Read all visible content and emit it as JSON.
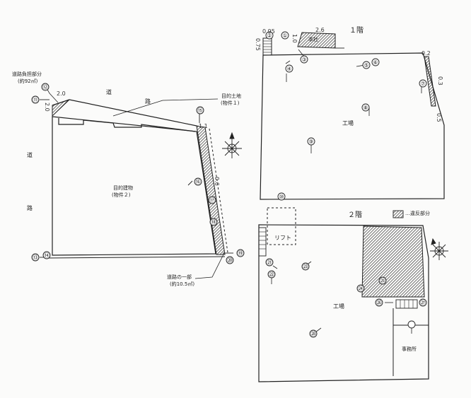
{
  "site_plan": {
    "labels": {
      "road_burden_title": "道路負担部分",
      "road_burden_area": "(約92㎡)",
      "road_top_chars": [
        "道",
        "路"
      ],
      "road_left_chars": [
        "道",
        "路"
      ],
      "target_land_title": "目的土地",
      "target_land_item": "(物件１)",
      "target_building_title": "目的建物",
      "target_building_item": "(物件２)",
      "road_part_title": "道路の一部",
      "road_part_area": "(約10.5㎡)"
    },
    "dimensions": {
      "burden_width": "2.0",
      "burden_height": "2.0",
      "right_strip": "1.1",
      "right_side": "0.6"
    },
    "markers": [
      "⑪",
      "⑫",
      "⑬",
      "⑭",
      "⑮",
      "⑯",
      "⑰",
      "⑱",
      "⑲",
      "⑳"
    ]
  },
  "floor1": {
    "title": "１階",
    "labels": {
      "main_area": "工場",
      "annex": "本社"
    },
    "dimensions": {
      "top_small": "0.95",
      "left_small": "0.75",
      "annex_width": "2.6",
      "annex_depth": "1.0",
      "right_top": "0.2",
      "right_side": "0.3",
      "right_bottom": "0.5"
    },
    "markers": [
      "①",
      "②",
      "③",
      "④",
      "⑤",
      "⑥",
      "⑦",
      "⑧",
      "⑨",
      "⑩"
    ]
  },
  "floor2": {
    "title": "２階",
    "labels": {
      "lift": "リフト",
      "main_area": "工場",
      "office": "事務所"
    },
    "markers": [
      "㉑",
      "㉒",
      "㉓",
      "㉔",
      "㉕",
      "㉖",
      "㉗",
      "㉘"
    ]
  },
  "legend": {
    "label": "…違反部分"
  }
}
